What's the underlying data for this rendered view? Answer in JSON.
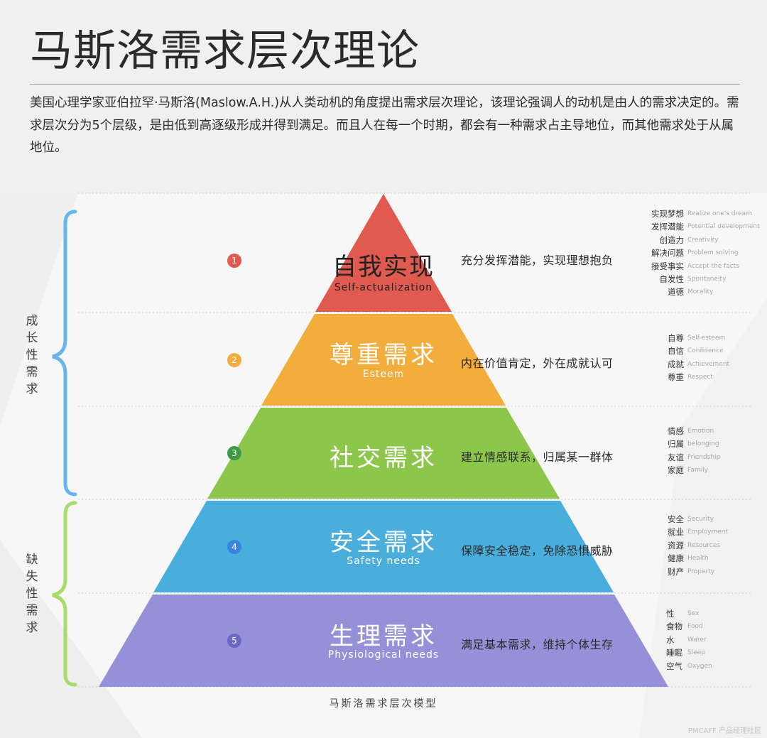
{
  "header": {
    "title": "马斯洛需求层次理论",
    "intro": "美国心理学家亚伯拉罕·马斯洛(Maslow.A.H.)从人类动机的角度提出需求层次理论，该理论强调人的动机是由人的需求决定的。需求层次分为5个层级，是由低到高逐级形成并得到满足。而且人在每一个时期，都会有一种需求占主导地位，而其他需求处于从属地位。"
  },
  "groups": {
    "growth": "成长性需求",
    "deficiency": "缺失性需求"
  },
  "layers": [
    {
      "num": "1",
      "title": "自我实现",
      "subtitle": "Self-actualization",
      "desc": "充分发挥潜能，实现理想抱负",
      "color": "#e05a4f",
      "keywords": [
        {
          "cn": "实现梦想",
          "en": "Realize one's dream"
        },
        {
          "cn": "发挥潜能",
          "en": "Potential development"
        },
        {
          "cn": "创造力",
          "en": "Creativity"
        },
        {
          "cn": "解决问题",
          "en": "Problem solving"
        },
        {
          "cn": "接受事实",
          "en": "Accept the facts"
        },
        {
          "cn": "自发性",
          "en": "Spontaneity"
        },
        {
          "cn": "道德",
          "en": "Morality"
        }
      ]
    },
    {
      "num": "2",
      "title": "尊重需求",
      "subtitle": "Esteem",
      "desc": "内在价值肯定，外在成就认可",
      "color": "#f2ad3d",
      "keywords": [
        {
          "cn": "自尊",
          "en": "Self-esteem"
        },
        {
          "cn": "自信",
          "en": "Confidence"
        },
        {
          "cn": "成就",
          "en": "Achievement"
        },
        {
          "cn": "尊重",
          "en": "Respect"
        }
      ]
    },
    {
      "num": "3",
      "title": "社交需求",
      "subtitle": "",
      "desc": "建立情感联系，归属某一群体",
      "color": "#8cc74b",
      "keywords": [
        {
          "cn": "情感",
          "en": "Emotion"
        },
        {
          "cn": "归属",
          "en": "belonging"
        },
        {
          "cn": "友谊",
          "en": "Friendship"
        },
        {
          "cn": "家庭",
          "en": "Family"
        }
      ]
    },
    {
      "num": "4",
      "title": "安全需求",
      "subtitle": "Safety needs",
      "desc": "保障安全稳定，免除恐惧威胁",
      "color": "#4aaedd",
      "keywords": [
        {
          "cn": "安全",
          "en": "Security"
        },
        {
          "cn": "就业",
          "en": "Employment"
        },
        {
          "cn": "资源",
          "en": "Resources"
        },
        {
          "cn": "健康",
          "en": "Health"
        },
        {
          "cn": "财产",
          "en": "Property"
        }
      ]
    },
    {
      "num": "5",
      "title": "生理需求",
      "subtitle": "Physiological needs",
      "desc": "满足基本需求，维持个体生存",
      "color": "#9591d9",
      "keywords": [
        {
          "cn": "性",
          "en": "Sex"
        },
        {
          "cn": "食物",
          "en": "Food"
        },
        {
          "cn": "水",
          "en": "Water"
        },
        {
          "cn": "睡眠",
          "en": "Sleep"
        },
        {
          "cn": "空气",
          "en": "Oxygen"
        }
      ]
    }
  ],
  "colors": {
    "growth_bracket": "#6ab4ec",
    "deficiency_bracket": "#a6dc6a",
    "badge1": "#e05a4f",
    "badge2": "#f2ad3d",
    "badge3": "#3f9a44",
    "badge4": "#3a84e0",
    "badge5": "#6b68c2"
  },
  "caption": "马斯洛需求层次模型",
  "watermark": "PMCAFF 产品经理社区"
}
